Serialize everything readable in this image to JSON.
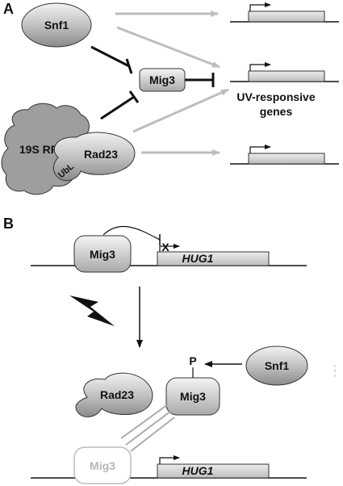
{
  "panel_a": {
    "letter": "A",
    "snf1": "Snf1",
    "mig3": "Mig3",
    "proteasome": "19S RP",
    "rad23": "Rad23",
    "ubl": "UbL",
    "genes_label_line1": "UV-responsive",
    "genes_label_line2": "genes"
  },
  "panel_b": {
    "letter": "B",
    "mig3_bound": "Mig3",
    "blocked_mark": "X",
    "gene_before": "HUG1",
    "snf1": "Snf1",
    "phospho": "P",
    "mig3_phospho": "Mig3",
    "rad23": "Rad23",
    "mig3_released": "Mig3",
    "gene_after": "HUG1"
  },
  "colors": {
    "gray_arrow": "#bdbdbd",
    "line": "#111111",
    "faded": "#b5b5b5"
  }
}
